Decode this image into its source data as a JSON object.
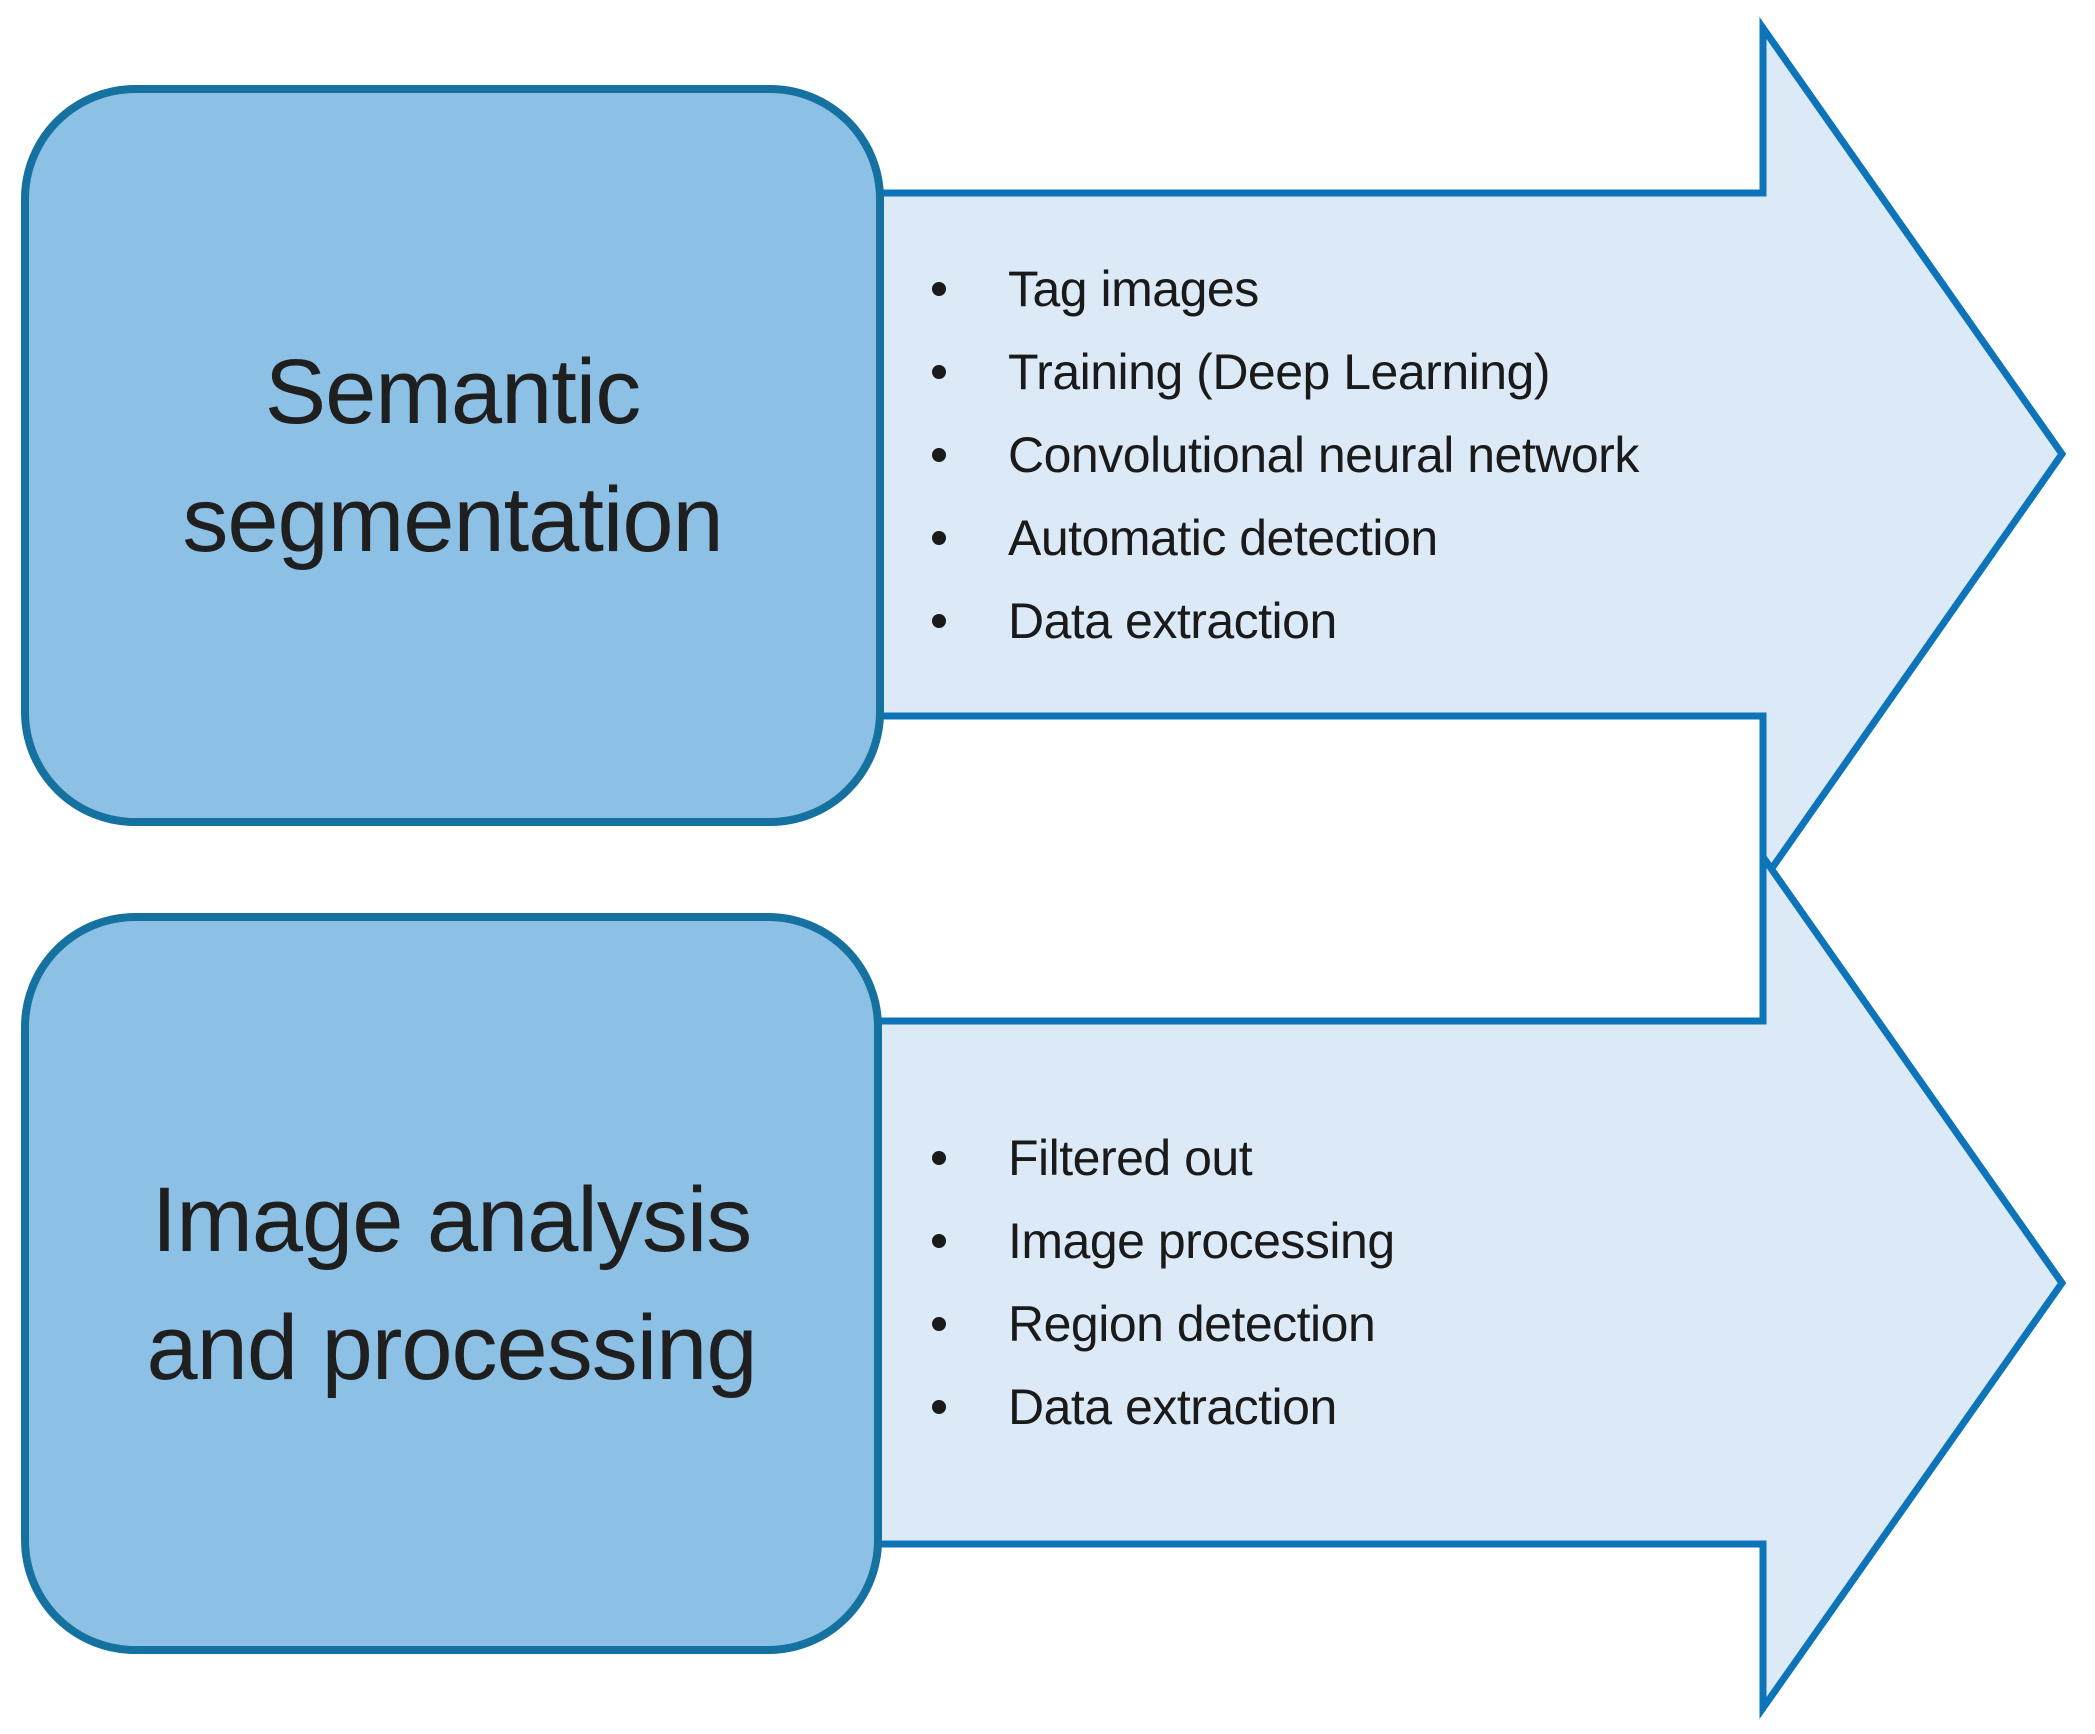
{
  "figure": {
    "background_color": "#FFFFFF",
    "colors": {
      "box_fill": "#8CC0E4",
      "box_border": "#15719F",
      "arrow_fill": "#DCE9F6",
      "arrow_border": "#0E74B9",
      "text": "#1F1F1F"
    },
    "steps": [
      {
        "label": "Semantic segmentation",
        "label_lines": [
          "Semantic",
          "segmentation"
        ],
        "arrow_bullets": [
          "Tag images",
          "Training (Deep Learning)",
          "Convolutional neural network",
          "Automatic detection",
          "Data extraction"
        ]
      },
      {
        "label": "Image analysis and processing",
        "label_lines": [
          "Image analysis",
          "and processing"
        ],
        "arrow_bullets": [
          "Filtered out",
          "Image processing",
          "Region detection",
          "Data extraction"
        ]
      }
    ]
  }
}
